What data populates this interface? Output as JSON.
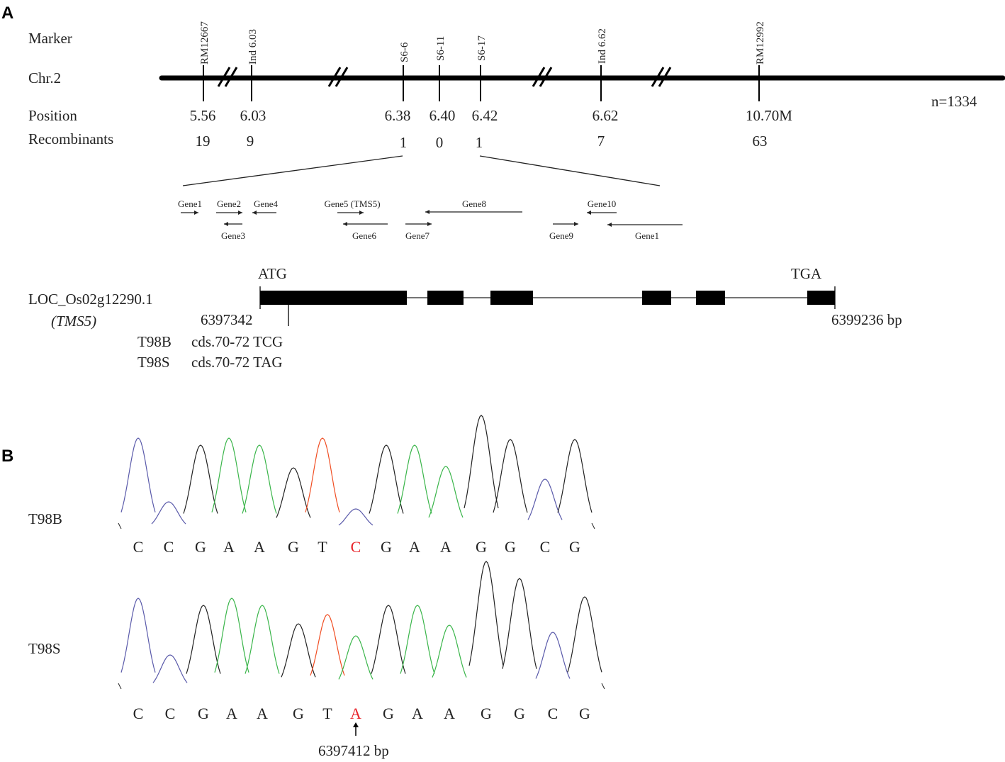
{
  "panel_a": {
    "label": "A",
    "marker_header": "Marker",
    "chrom_label": "Chr.2",
    "position_header": "Position",
    "recombinants_header": "Recombinants",
    "n_label": "n=1334",
    "markers": [
      {
        "name": "RM12667",
        "position": "5.56",
        "recombinants": "19"
      },
      {
        "name": "Ind 6.03",
        "position": "6.03",
        "recombinants": "9"
      },
      {
        "name": "S6-6",
        "position": "6.38",
        "recombinants": "1"
      },
      {
        "name": "S6-11",
        "position": "6.40",
        "recombinants": "0"
      },
      {
        "name": "S6-17",
        "position": "6.42",
        "recombinants": "1"
      },
      {
        "name": "Ind 6.62",
        "position": "6.62",
        "recombinants": "7"
      },
      {
        "name": "RM12992",
        "position": "10.70M",
        "recombinants": "63"
      }
    ],
    "genes": [
      {
        "name": "Gene1",
        "dir": "right"
      },
      {
        "name": "Gene2",
        "dir": "right"
      },
      {
        "name": "Gene3",
        "dir": "left"
      },
      {
        "name": "Gene4",
        "dir": "left"
      },
      {
        "name": "Gene5 (TMS5)",
        "dir": "right"
      },
      {
        "name": "Gene6",
        "dir": "left"
      },
      {
        "name": "Gene7",
        "dir": "right"
      },
      {
        "name": "Gene8",
        "dir": "left"
      },
      {
        "name": "Gene9",
        "dir": "right"
      },
      {
        "name": "Gene10",
        "dir": "left"
      },
      {
        "name": "Gene1",
        "dir": "left"
      }
    ],
    "gene_model": {
      "locus": "LOC_Os02g12290.1",
      "alias": "(TMS5)",
      "start_codon": "ATG",
      "stop_codon": "TGA",
      "start_pos": "6397342",
      "end_pos": "6399236  bp",
      "alleles": [
        {
          "line": "T98B",
          "cds": "cds.70-72 TCG"
        },
        {
          "line": "T98S",
          "cds": "cds.70-72 TAG"
        }
      ]
    }
  },
  "panel_b": {
    "label": "B",
    "traces": [
      {
        "line": "T98B",
        "bases": [
          "C",
          "C",
          "G",
          "A",
          "A",
          "G",
          "T",
          "C",
          "G",
          "A",
          "A",
          "G",
          "G",
          "C",
          "G"
        ],
        "highlight_index": 7
      },
      {
        "line": "T98S",
        "bases": [
          "C",
          "C",
          "G",
          "A",
          "A",
          "G",
          "T",
          "A",
          "G",
          "A",
          "A",
          "G",
          "G",
          "C",
          "G"
        ],
        "highlight_index": 7
      }
    ],
    "snp_label": "6397412 bp"
  },
  "colors": {
    "base_C": "#5a5aaa",
    "base_G": "#222222",
    "base_A": "#3ab54a",
    "base_T": "#f04e23",
    "highlight_text": "#e8232a",
    "ink": "#000000"
  }
}
